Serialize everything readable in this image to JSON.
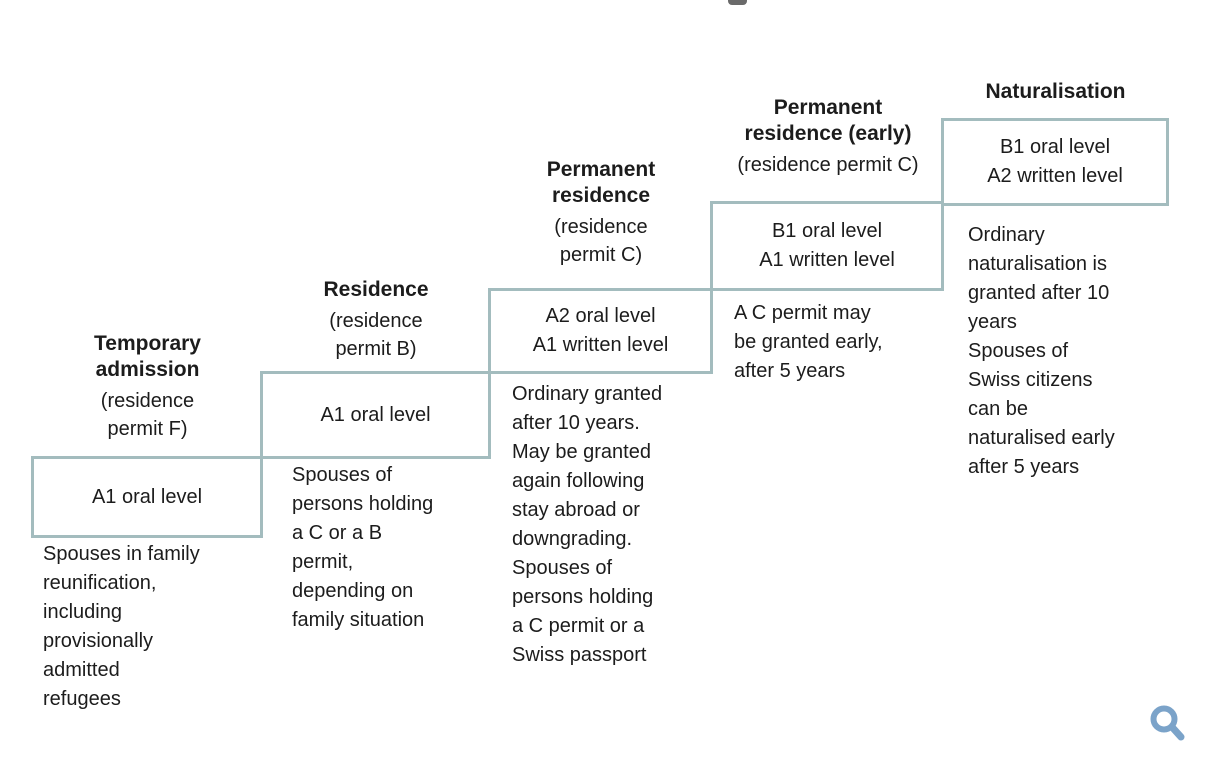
{
  "page": {
    "background_color": "#ffffff",
    "top_fragment_icon": "cropped-text-fragment"
  },
  "diagram": {
    "name": "language-requirements-staircase",
    "border_color": "#a3bcbe",
    "text_color": "#1c1c1c",
    "steps": [
      {
        "title": "Temporary\nadmission",
        "subtitle": "(residence\npermit F)",
        "box_text": "A1 oral level",
        "note": "Spouses in family\nreunification,\nincluding\nprovisionally\nadmitted\nrefugees"
      },
      {
        "title": "Residence",
        "subtitle": "(residence\npermit B)",
        "box_text": "A1 oral level",
        "note": "Spouses of\npersons holding\na C or a B\npermit,\ndepending on\nfamily situation"
      },
      {
        "title": "Permanent\nresidence",
        "subtitle": "(residence\npermit C)",
        "box_text": "A2 oral level\nA1 written level",
        "note": "Ordinary granted\nafter 10 years.\nMay be granted\nagain following\nstay abroad or\ndowngrading.\nSpouses of\npersons holding\na C permit or a\nSwiss passport"
      },
      {
        "title": "Permanent\nresidence (early)",
        "subtitle": "(residence permit C)",
        "box_text": "B1 oral level\nA1 written level",
        "note": "A C permit may\nbe granted early,\nafter 5 years"
      },
      {
        "title": "Naturalisation",
        "subtitle": "",
        "box_text": "B1 oral level\nA2 written level",
        "note": "Ordinary\nnaturalisation is\ngranted after 10\nyears\nSpouses of\nSwiss citizens\ncan be\nnaturalised early\nafter 5 years"
      }
    ]
  },
  "controls": {
    "zoom_icon": "magnifier-icon",
    "zoom_icon_color": "#7ba3c9"
  }
}
